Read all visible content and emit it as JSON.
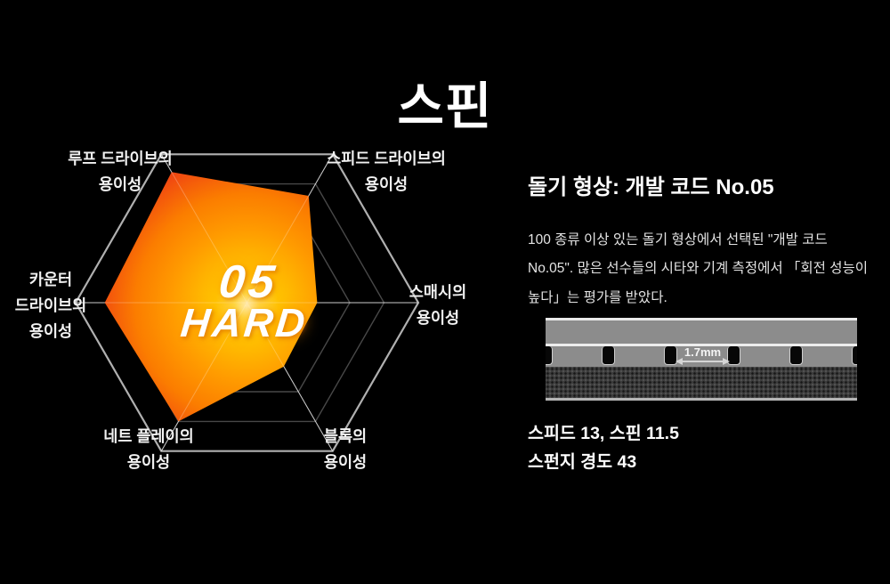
{
  "page": {
    "title": "스핀",
    "background": "#000000"
  },
  "radar": {
    "center_label_line1": "05",
    "center_label_line2": "HARD",
    "axes": [
      {
        "id": "loop",
        "label_lines": [
          "루프 드라이브의",
          "용이성"
        ]
      },
      {
        "id": "speed",
        "label_lines": [
          "스피드 드라이브의",
          "용이성"
        ]
      },
      {
        "id": "smash",
        "label_lines": [
          "스매시의",
          "용이성"
        ]
      },
      {
        "id": "block",
        "label_lines": [
          "블록의",
          "용이성"
        ]
      },
      {
        "id": "net",
        "label_lines": [
          "네트 플레이의",
          "용이성"
        ]
      },
      {
        "id": "counter",
        "label_lines": [
          "카운터",
          "드라이브의",
          "용이성"
        ]
      }
    ]
  },
  "chart_data": {
    "type": "radar",
    "title": "스핀",
    "categories": [
      "루프 드라이브의 용이성",
      "스피드 드라이브의 용이성",
      "스매시의 용이성",
      "블록의 용이성",
      "네트 플레이의 용이성",
      "카운터 드라이브의 용이성"
    ],
    "values": [
      0.88,
      0.72,
      0.41,
      0.43,
      0.8,
      0.83
    ],
    "angles_deg": [
      120,
      60,
      0,
      300,
      240,
      180
    ],
    "scale": {
      "min": 0,
      "max": 1,
      "rings": [
        0.2,
        0.4,
        0.6,
        0.8,
        1.0
      ]
    },
    "grid": true,
    "legend": false,
    "center_badge": "05 HARD",
    "grid_color_outer": "#b0b0b0",
    "grid_color_inner": "#484848",
    "spoke_color": "#d0d0d0",
    "fill_gradient": [
      {
        "offset": 0,
        "color": "#fff4c1"
      },
      {
        "offset": 0.07,
        "color": "#ffe14a"
      },
      {
        "offset": 0.18,
        "color": "#ffc400"
      },
      {
        "offset": 0.42,
        "color": "#ff9b00"
      },
      {
        "offset": 0.62,
        "color": "#fb7d00"
      },
      {
        "offset": 0.82,
        "color": "#f14a10"
      },
      {
        "offset": 1,
        "color": "#de2418"
      }
    ]
  },
  "details": {
    "heading": "돌기 형상: 개발 코드 No.05",
    "paragraph": "100 종류 이상 있는 돌기 형상에서 선택된 \"개발 코드 No.05\". 많은 선수들의 시타와 기계 측정에서 「회전 성능이 높다」는 평가를 받았다.",
    "diagram": {
      "measure_label": "1.7mm",
      "slot_count": 6
    },
    "spec_line1": "스피드 13, 스핀 11.5",
    "spec_line2": "스펀지 경도 43"
  }
}
